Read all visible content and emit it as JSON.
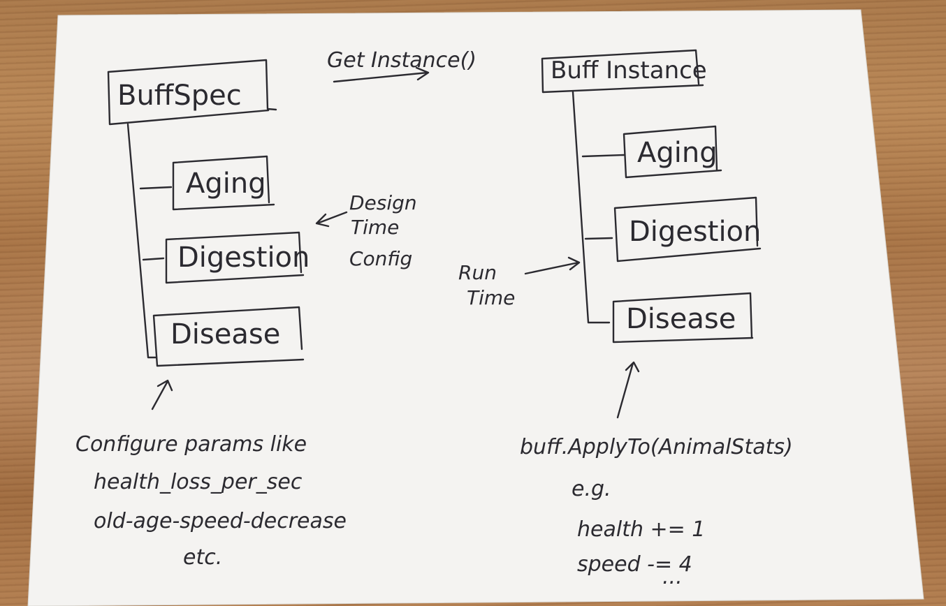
{
  "left_tree": {
    "root": "BuffSpec",
    "children": [
      "Aging",
      "Digestion",
      "Disease"
    ]
  },
  "right_tree": {
    "root": "Buff Instance",
    "children": [
      "Aging",
      "Digestion",
      "Disease"
    ]
  },
  "labels": {
    "get_instance": "Get Instance()",
    "design_time_config": [
      "Design",
      "Time",
      "Config"
    ],
    "run_time": [
      "Run",
      "Time"
    ]
  },
  "left_note": [
    "Configure params like",
    "health_loss_per_sec",
    "old-age-speed-decrease",
    "etc."
  ],
  "right_note": [
    "buff.ApplyTo(AnimalStats)",
    "e.g.",
    "health += 1",
    "speed -= 4",
    "..."
  ]
}
